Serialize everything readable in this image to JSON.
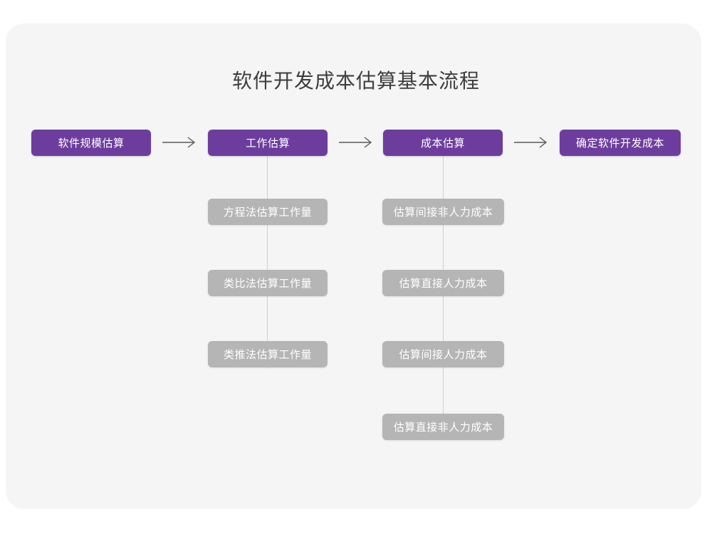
{
  "page": {
    "title": "软件开发成本估算基本流程",
    "background_color": "#ffffff",
    "card_color": "#f5f5f5"
  },
  "theme": {
    "primary_color": "#6d3d9e",
    "secondary_color": "#b5b5b5",
    "node_text_color": "#ffffff",
    "title_color": "#3d3d3d",
    "connector_color": "#cfcfcf",
    "arrow_color": "#5a5a5a"
  },
  "chart_data": {
    "type": "diagram",
    "title": "软件开发成本估算基本流程",
    "main_flow": [
      {
        "id": "step1",
        "label": "软件规模估算"
      },
      {
        "id": "step2",
        "label": "工作估算"
      },
      {
        "id": "step3",
        "label": "成本估算"
      },
      {
        "id": "step4",
        "label": "确定软件开发成本"
      }
    ],
    "arrows": [
      {
        "from": "step1",
        "to": "step2",
        "glyph": "→"
      },
      {
        "from": "step2",
        "to": "step3",
        "glyph": "→"
      },
      {
        "from": "step3",
        "to": "step4",
        "glyph": "→"
      }
    ],
    "branches": [
      {
        "parent": "step2",
        "items": [
          {
            "label": "方程法估算工作量"
          },
          {
            "label": "类比法估算工作量"
          },
          {
            "label": "类推法估算工作量"
          }
        ]
      },
      {
        "parent": "step3",
        "items": [
          {
            "label": "估算间接非人力成本"
          },
          {
            "label": "估算直接人力成本"
          },
          {
            "label": "估算间接人力成本"
          },
          {
            "label": "估算直接非人力成本"
          }
        ]
      }
    ]
  }
}
